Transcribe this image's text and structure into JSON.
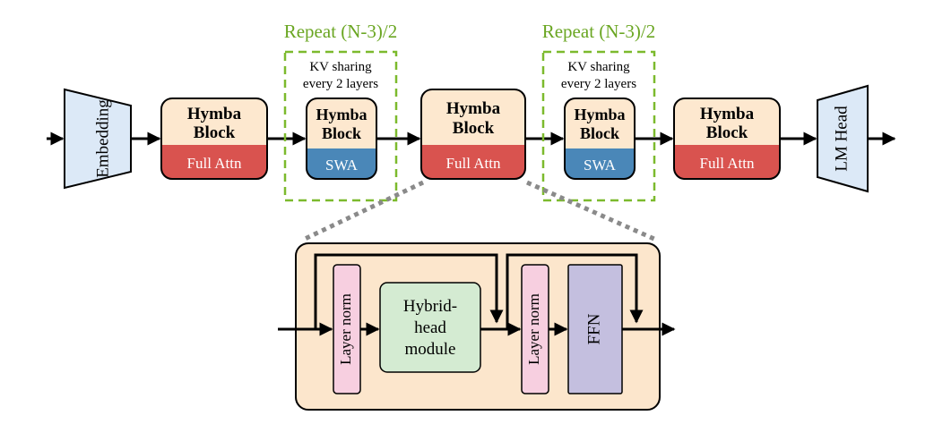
{
  "main_row": {
    "embedding_label": "Embedding",
    "lm_head_label": "LM Head",
    "blocks": [
      {
        "line1": "Hymba",
        "line2": "Block",
        "attn": "Full Attn"
      },
      {
        "line1": "Hymba",
        "line2": "Block",
        "attn": "SWA"
      },
      {
        "line1": "Hymba",
        "line2": "Block",
        "attn": "Full Attn"
      },
      {
        "line1": "Hymba",
        "line2": "Block",
        "attn": "SWA"
      },
      {
        "line1": "Hymba",
        "line2": "Block",
        "attn": "Full Attn"
      }
    ],
    "repeat_groups": [
      {
        "title": "Repeat (N-3)/2",
        "note_line1": "KV sharing",
        "note_line2": "every 2 layers"
      },
      {
        "title": "Repeat (N-3)/2",
        "note_line1": "KV sharing",
        "note_line2": "every 2 layers"
      }
    ]
  },
  "detail": {
    "layer_norm_1": "Layer norm",
    "hybrid_line1": "Hybrid-",
    "hybrid_line2": "head",
    "hybrid_line3": "module",
    "layer_norm_2": "Layer norm",
    "ffn": "FFN"
  },
  "colors": {
    "block_top": "#fde8cf",
    "full_attn": "#d9534f",
    "swa": "#4a87b8",
    "repeat_border": "#7cba2d",
    "repeat_text": "#6aa622",
    "embedding_fill": "#dce9f7",
    "detail_bg": "#fce6cc",
    "layer_norm_fill": "#f7cfe0",
    "hybrid_fill": "#d4ebd2",
    "ffn_fill": "#c4bfdf",
    "dotted": "#8a8a8a"
  }
}
